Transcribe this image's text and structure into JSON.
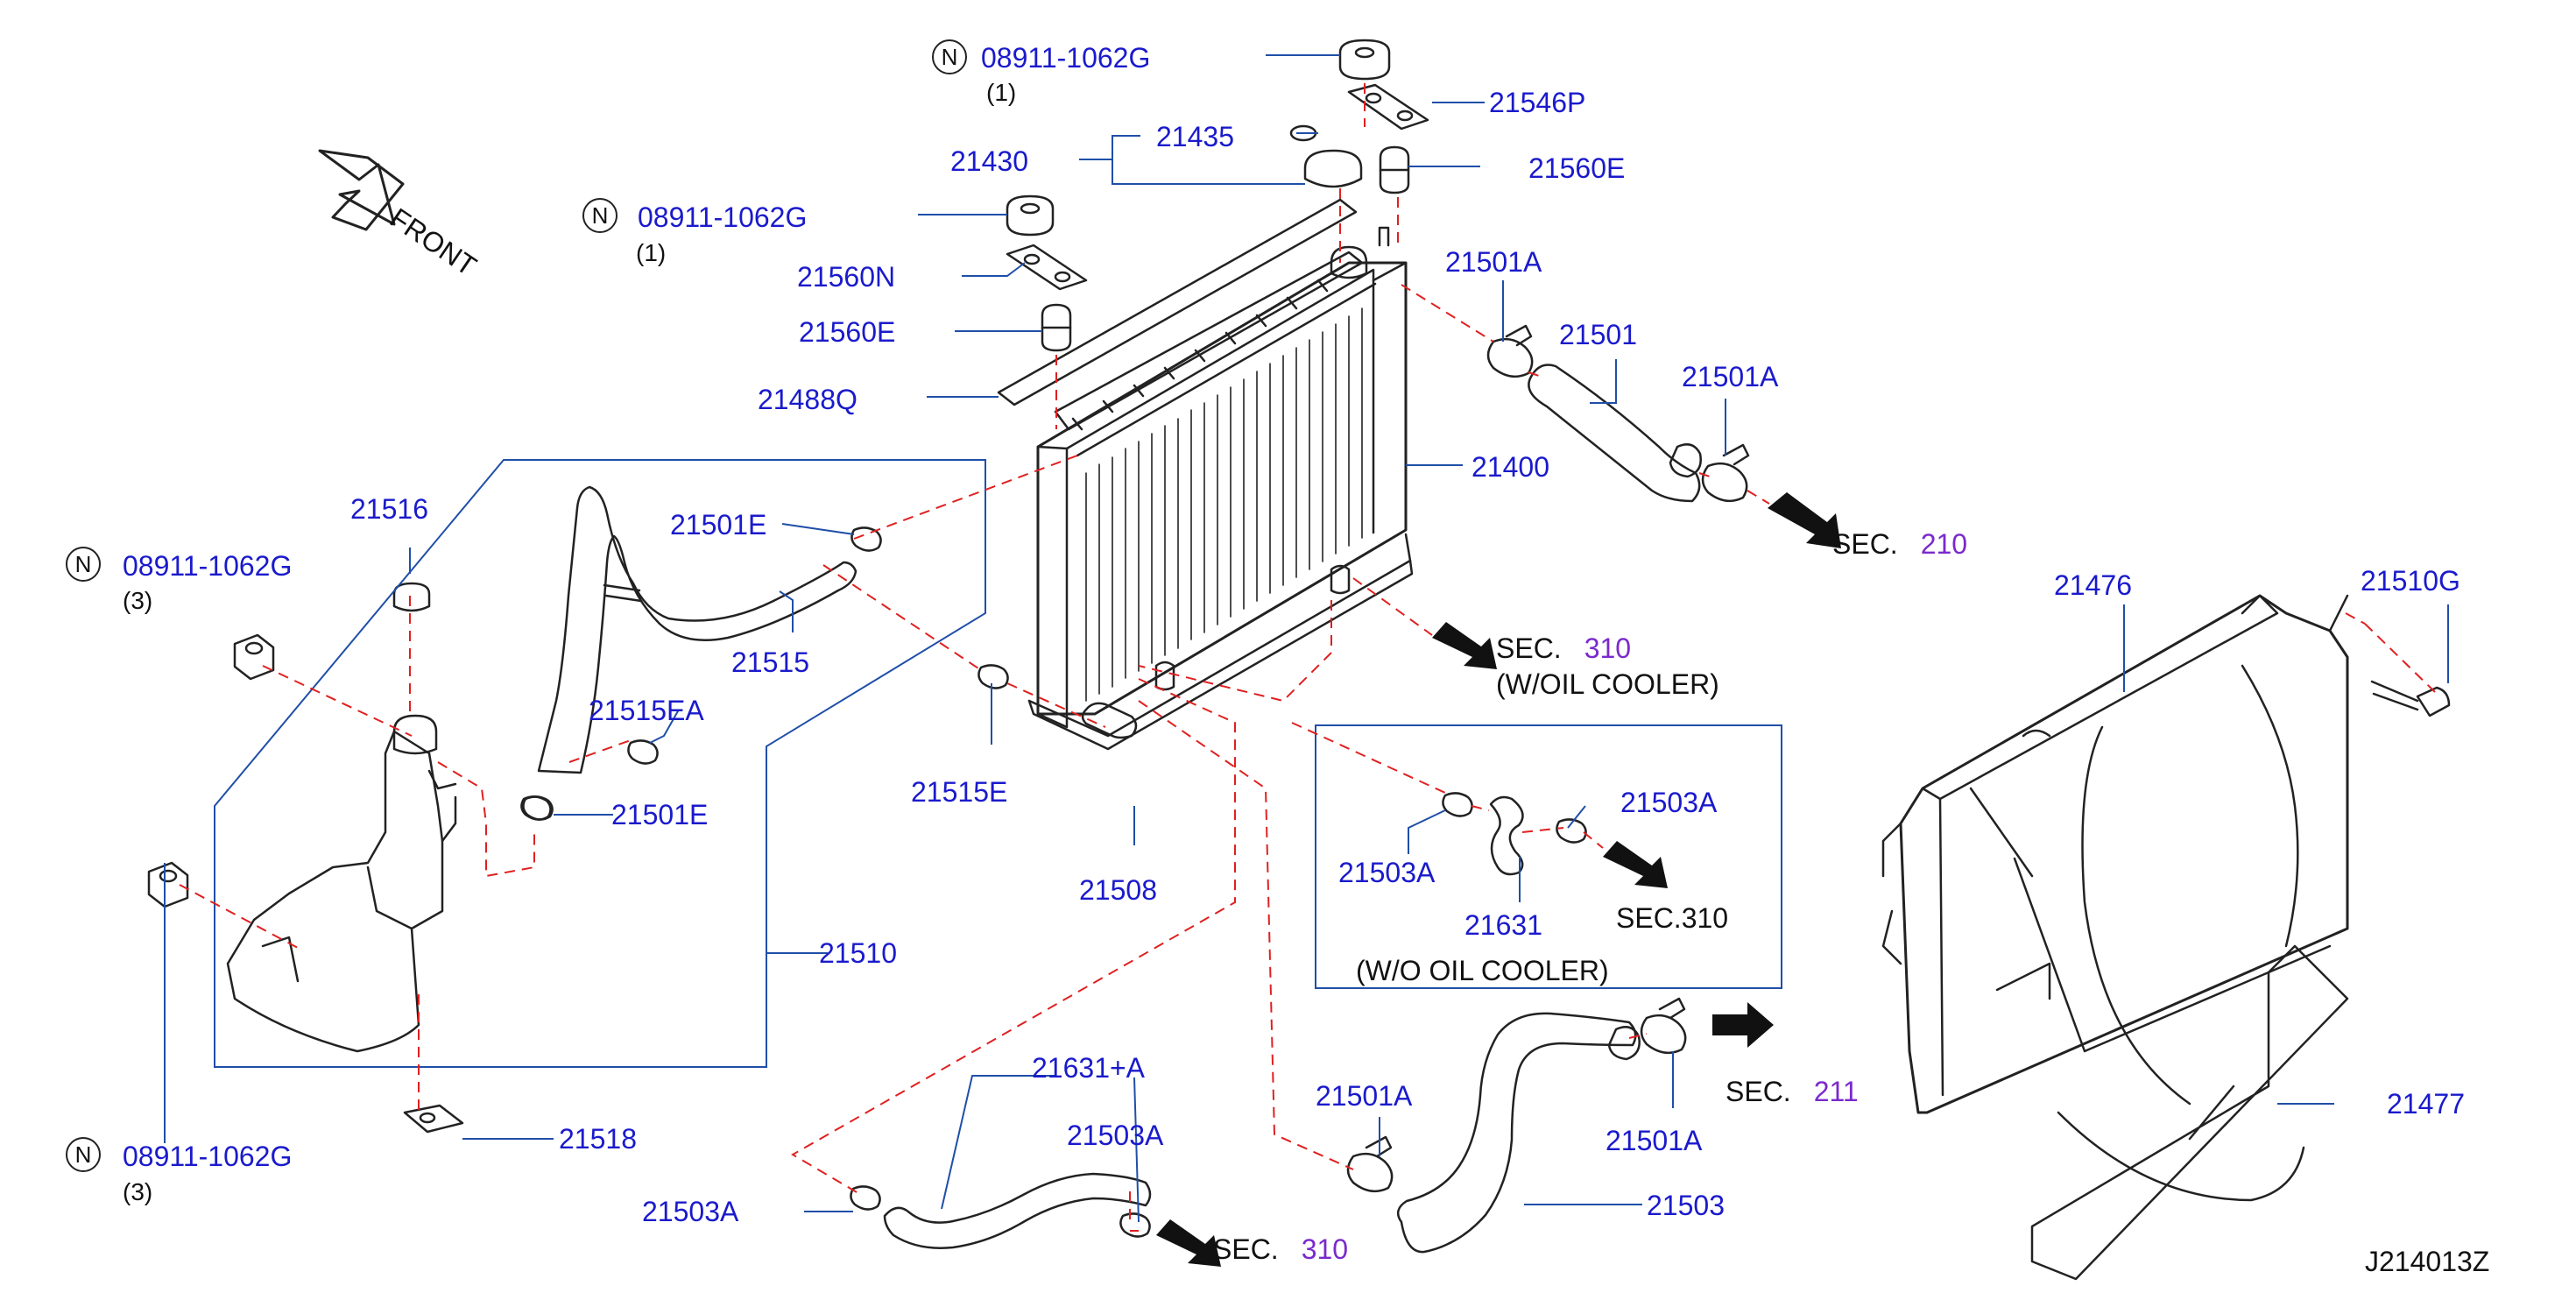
{
  "front_label": "FRONT",
  "diagram_code": "J214013Z",
  "colors": {
    "part_number": "#1a1acc",
    "section_number": "#7a2acc",
    "leader_line": "#1f4fa8",
    "dashed_line": "#e02020"
  },
  "nut_notes": [
    {
      "symbol": "N",
      "part": "08911-1062G",
      "qty": "(1)"
    },
    {
      "symbol": "N",
      "part": "08911-1062G",
      "qty": "(1)"
    },
    {
      "symbol": "N",
      "part": "08911-1062G",
      "qty": "(3)"
    },
    {
      "symbol": "N",
      "part": "08911-1062G",
      "qty": "(3)"
    }
  ],
  "parts": {
    "p21546P": "21546P",
    "p21435": "21435",
    "p21430": "21430",
    "p21560E_top": "21560E",
    "p21560N": "21560N",
    "p21560E": "21560E",
    "p21488Q": "21488Q",
    "p21501A_1": "21501A",
    "p21501": "21501",
    "p21501A_2": "21501A",
    "p21400": "21400",
    "p21516": "21516",
    "p21501E_1": "21501E",
    "p21515": "21515",
    "p21515EA": "21515EA",
    "p21515E": "21515E",
    "p21501E_2": "21501E",
    "p21508": "21508",
    "p21510": "21510",
    "p21518": "21518",
    "p21503A_1": "21503A",
    "p21503A_2": "21503A",
    "p21631": "21631",
    "p21631A": "21631+A",
    "p21503A_3": "21503A",
    "p21503A_4": "21503A",
    "p21501A_3": "21501A",
    "p21501A_4": "21501A",
    "p21503": "21503",
    "p21476": "21476",
    "p21510G": "21510G",
    "p21477": "21477"
  },
  "section_refs": [
    {
      "prefix": "SEC.",
      "number": "210"
    },
    {
      "prefix": "SEC.",
      "number": "310",
      "note": "(W/OIL  COOLER)"
    },
    {
      "prefix": "SEC.310"
    },
    {
      "prefix": "SEC.",
      "number": "211"
    },
    {
      "prefix": "SEC.",
      "number": "310"
    }
  ],
  "wo_oil_cooler_label": "(W/O   OIL   COOLER)"
}
